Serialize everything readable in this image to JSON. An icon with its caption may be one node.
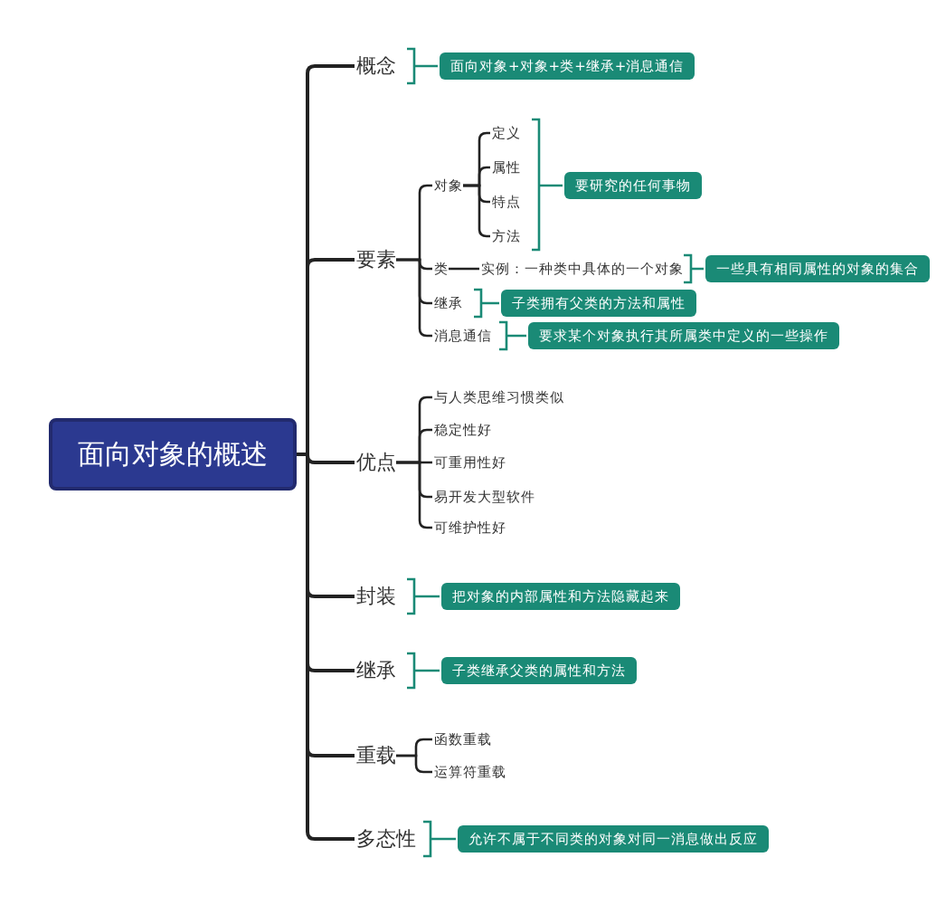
{
  "diagram": {
    "nodes": [
      {
        "text": [
          "面向对象的概述"
        ]
      },
      {
        "text": [
          "概念"
        ]
      },
      {
        "text": [
          "面向对象+对象+类+继承+消息通信"
        ]
      },
      {
        "text": [
          "要素"
        ]
      },
      {
        "text": [
          "对象"
        ]
      },
      {
        "text": [
          "定义"
        ]
      },
      {
        "text": [
          "属性"
        ]
      },
      {
        "text": [
          "特点"
        ]
      },
      {
        "text": [
          "方法"
        ]
      },
      {
        "text": [
          "要研究的任何事物"
        ]
      },
      {
        "text": [
          "类"
        ]
      },
      {
        "text": [
          "实例：一种类中具体的一个对象"
        ]
      },
      {
        "text": [
          "一些具有相同属性的对象的集合"
        ]
      },
      {
        "text": [
          "继承"
        ]
      },
      {
        "text": [
          "子类拥有父类的方法和属性"
        ]
      },
      {
        "text": [
          "消息通信"
        ]
      },
      {
        "text": [
          "要求某个对象执行其所属类中定义的一些操作"
        ]
      },
      {
        "text": [
          "优点"
        ]
      },
      {
        "text": [
          "与人类思维习惯类似"
        ]
      },
      {
        "text": [
          "稳定性好"
        ]
      },
      {
        "text": [
          "可重用性好"
        ]
      },
      {
        "text": [
          "易开发大型软件"
        ]
      },
      {
        "text": [
          "可维护性好"
        ]
      },
      {
        "text": [
          "封装"
        ]
      },
      {
        "text": [
          "把对象的内部属性和方法隐藏起来"
        ]
      },
      {
        "text": [
          "继承"
        ]
      },
      {
        "text": [
          "子类继承父类的属性和方法"
        ]
      },
      {
        "text": [
          "重载"
        ]
      },
      {
        "text": [
          "函数重载"
        ]
      },
      {
        "text": [
          "运算符重载"
        ]
      },
      {
        "text": [
          "多态性"
        ]
      },
      {
        "text": [
          "允许不属于不同类的对象对同一消息做出反应"
        ]
      }
    ],
    "edges": [
      {
        "from": 0,
        "to": 1,
        "arrow": "none"
      },
      {
        "from": 1,
        "to": 2,
        "arrow": "none",
        "color": "#1a8a76"
      },
      {
        "from": 0,
        "to": 3,
        "arrow": "none"
      },
      {
        "from": 3,
        "to": 4,
        "arrow": "none"
      },
      {
        "from": 4,
        "to": 5,
        "arrow": "none"
      },
      {
        "from": 4,
        "to": 6,
        "arrow": "none"
      },
      {
        "from": 4,
        "to": 7,
        "arrow": "none"
      },
      {
        "from": 4,
        "to": 8,
        "arrow": "none"
      },
      {
        "from": 5,
        "to": 9,
        "arrow": "none",
        "color": "#1a8a76"
      },
      {
        "from": 6,
        "to": 9,
        "arrow": "none",
        "color": "#1a8a76"
      },
      {
        "from": 7,
        "to": 9,
        "arrow": "none",
        "color": "#1a8a76"
      },
      {
        "from": 8,
        "to": 9,
        "arrow": "none",
        "color": "#1a8a76"
      },
      {
        "from": 3,
        "to": 10,
        "arrow": "none"
      },
      {
        "from": 10,
        "to": 11,
        "arrow": "none"
      },
      {
        "from": 11,
        "to": 12,
        "arrow": "none",
        "color": "#1a8a76"
      },
      {
        "from": 3,
        "to": 13,
        "arrow": "none"
      },
      {
        "from": 13,
        "to": 14,
        "arrow": "none",
        "color": "#1a8a76"
      },
      {
        "from": 3,
        "to": 15,
        "arrow": "none"
      },
      {
        "from": 15,
        "to": 16,
        "arrow": "none",
        "color": "#1a8a76"
      },
      {
        "from": 0,
        "to": 17,
        "arrow": "none"
      },
      {
        "from": 17,
        "to": 18,
        "arrow": "none"
      },
      {
        "from": 17,
        "to": 19,
        "arrow": "none"
      },
      {
        "from": 17,
        "to": 20,
        "arrow": "none"
      },
      {
        "from": 17,
        "to": 21,
        "arrow": "none"
      },
      {
        "from": 17,
        "to": 22,
        "arrow": "none"
      },
      {
        "from": 0,
        "to": 23,
        "arrow": "none"
      },
      {
        "from": 23,
        "to": 24,
        "arrow": "none",
        "color": "#1a8a76"
      },
      {
        "from": 0,
        "to": 25,
        "arrow": "none"
      },
      {
        "from": 25,
        "to": 26,
        "arrow": "none",
        "color": "#1a8a76"
      },
      {
        "from": 0,
        "to": 27,
        "arrow": "none"
      },
      {
        "from": 27,
        "to": 28,
        "arrow": "none"
      },
      {
        "from": 27,
        "to": 29,
        "arrow": "none"
      },
      {
        "from": 0,
        "to": 30,
        "arrow": "none"
      },
      {
        "from": 30,
        "to": 31,
        "arrow": "none",
        "color": "#1a8a76"
      }
    ]
  }
}
